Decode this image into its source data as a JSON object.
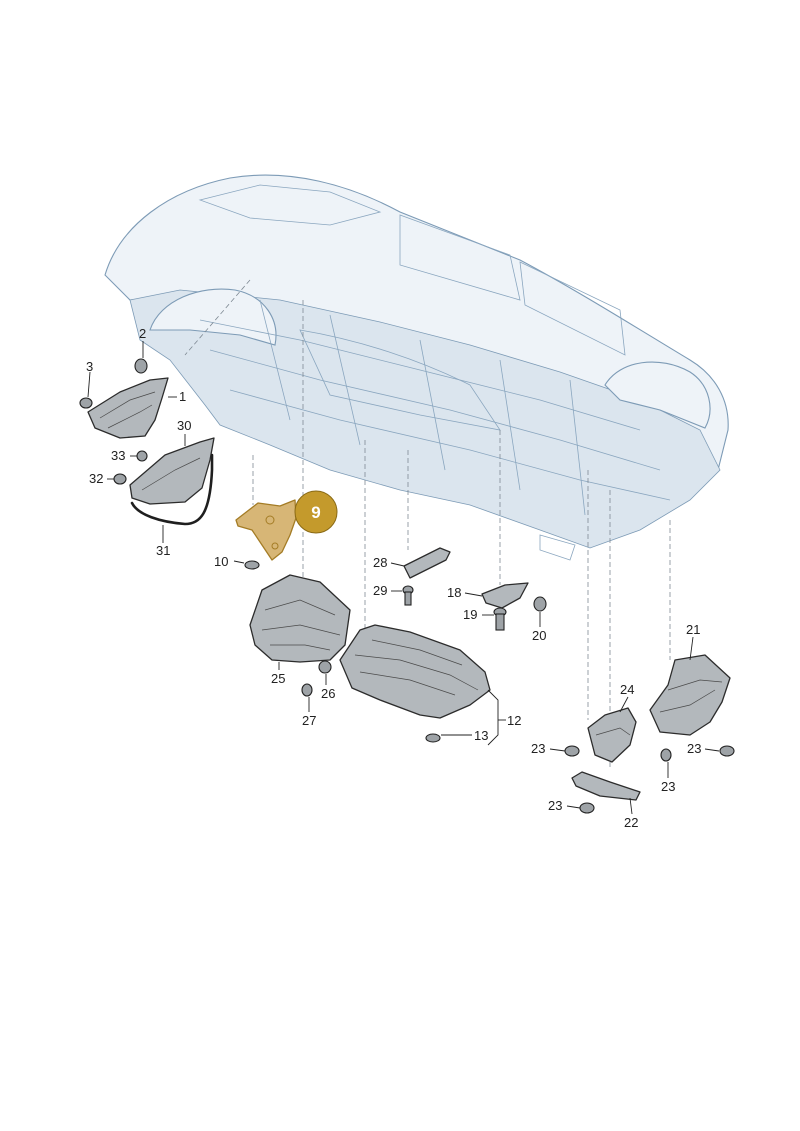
{
  "diagram": {
    "highlight_label": "9",
    "callouts": [
      {
        "id": "c1",
        "text": "1"
      },
      {
        "id": "c2",
        "text": "2"
      },
      {
        "id": "c3",
        "text": "3"
      },
      {
        "id": "c10",
        "text": "10"
      },
      {
        "id": "c12",
        "text": "12"
      },
      {
        "id": "c13",
        "text": "13"
      },
      {
        "id": "c18",
        "text": "18"
      },
      {
        "id": "c19",
        "text": "19"
      },
      {
        "id": "c20",
        "text": "20"
      },
      {
        "id": "c21",
        "text": "21"
      },
      {
        "id": "c22",
        "text": "22"
      },
      {
        "id": "c23a",
        "text": "23"
      },
      {
        "id": "c23b",
        "text": "23"
      },
      {
        "id": "c23c",
        "text": "23"
      },
      {
        "id": "c23d",
        "text": "23"
      },
      {
        "id": "c24",
        "text": "24"
      },
      {
        "id": "c25",
        "text": "25"
      },
      {
        "id": "c26",
        "text": "26"
      },
      {
        "id": "c27",
        "text": "27"
      },
      {
        "id": "c28",
        "text": "28"
      },
      {
        "id": "c29",
        "text": "29"
      },
      {
        "id": "c30",
        "text": "30"
      },
      {
        "id": "c31",
        "text": "31"
      },
      {
        "id": "c32",
        "text": "32"
      },
      {
        "id": "c33",
        "text": "33"
      }
    ]
  },
  "colors": {
    "body_outline": "#7d9bb6",
    "part_fill": "#b3b8bc",
    "highlight_fill": "#d7b676",
    "badge_fill": "#c49a2c"
  }
}
